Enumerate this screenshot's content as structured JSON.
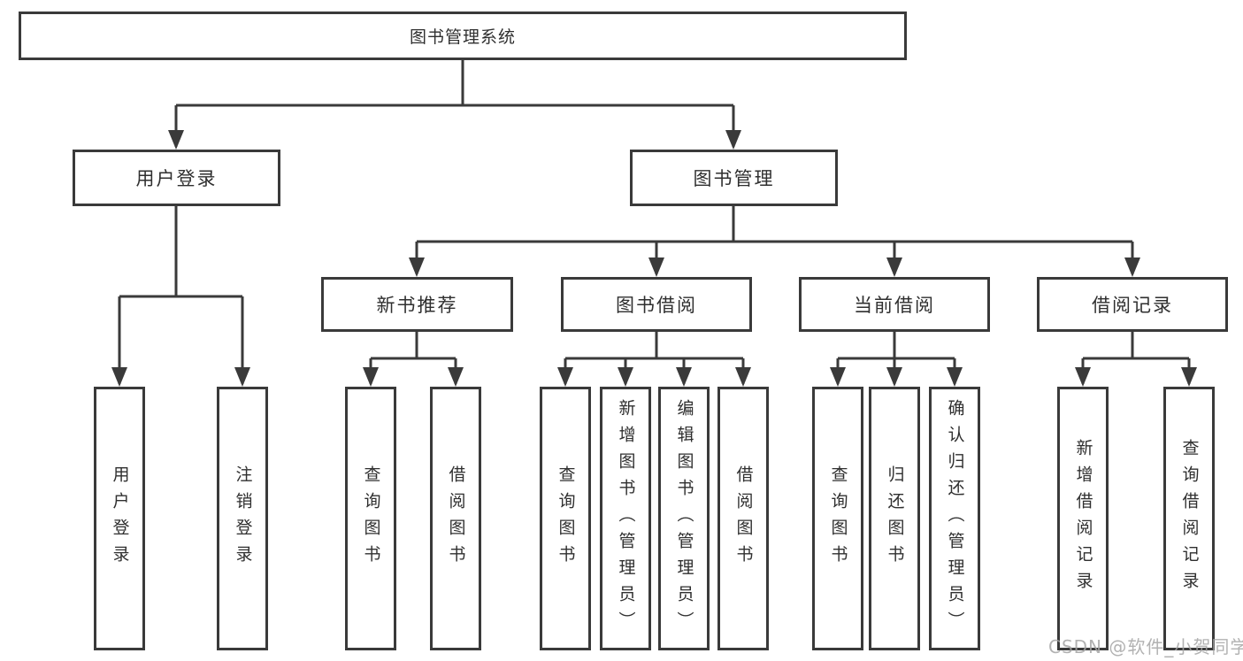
{
  "colors": {
    "line": "#3a3a3a",
    "text": "#2f2f2f",
    "box_background": "#ffffff",
    "watermark": "#a5a5a5"
  },
  "tree": {
    "label": "图书管理系统",
    "children": [
      {
        "label": "用户登录",
        "children": [
          {
            "label": "用户登录"
          },
          {
            "label": "注销登录"
          }
        ]
      },
      {
        "label": "图书管理",
        "children": [
          {
            "label": "新书推荐",
            "children": [
              {
                "label": "查询图书"
              },
              {
                "label": "借阅图书"
              }
            ]
          },
          {
            "label": "图书借阅",
            "children": [
              {
                "label": "查询图书"
              },
              {
                "label": "新增图书（管理员）"
              },
              {
                "label": "编辑图书（管理员）"
              },
              {
                "label": "借阅图书"
              }
            ]
          },
          {
            "label": "当前借阅",
            "children": [
              {
                "label": "查询图书"
              },
              {
                "label": "归还图书"
              },
              {
                "label": "确认归还（管理员）"
              }
            ]
          },
          {
            "label": "借阅记录",
            "children": [
              {
                "label": "新增借阅记录"
              },
              {
                "label": "查询借阅记录"
              }
            ]
          }
        ]
      }
    ]
  },
  "watermark": {
    "text": "CSDN @软件_小贺同学"
  }
}
